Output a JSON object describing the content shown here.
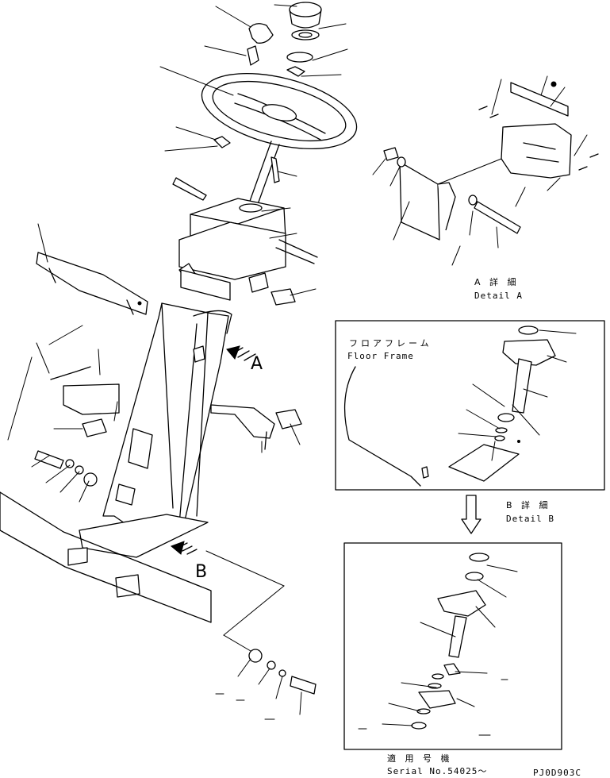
{
  "callouts": {
    "view_a": "A",
    "view_b": "B"
  },
  "detail_a": {
    "title_jp": "A 詳 細",
    "title_en": "Detail A"
  },
  "detail_b": {
    "frame_label_jp": "フロアフレーム",
    "frame_label_en": "Floor Frame",
    "title_jp": "B 詳 細",
    "title_en": "Detail B"
  },
  "serial_box": {
    "applicability_jp": "適 用 号 機",
    "serial_en": "Serial No.54025～"
  },
  "drawing_code": "PJ0D903C",
  "icons": {
    "arrow_a": "triple-arrow-icon",
    "arrow_b": "triple-arrow-icon",
    "flow_arrow": "down-arrow-icon"
  }
}
